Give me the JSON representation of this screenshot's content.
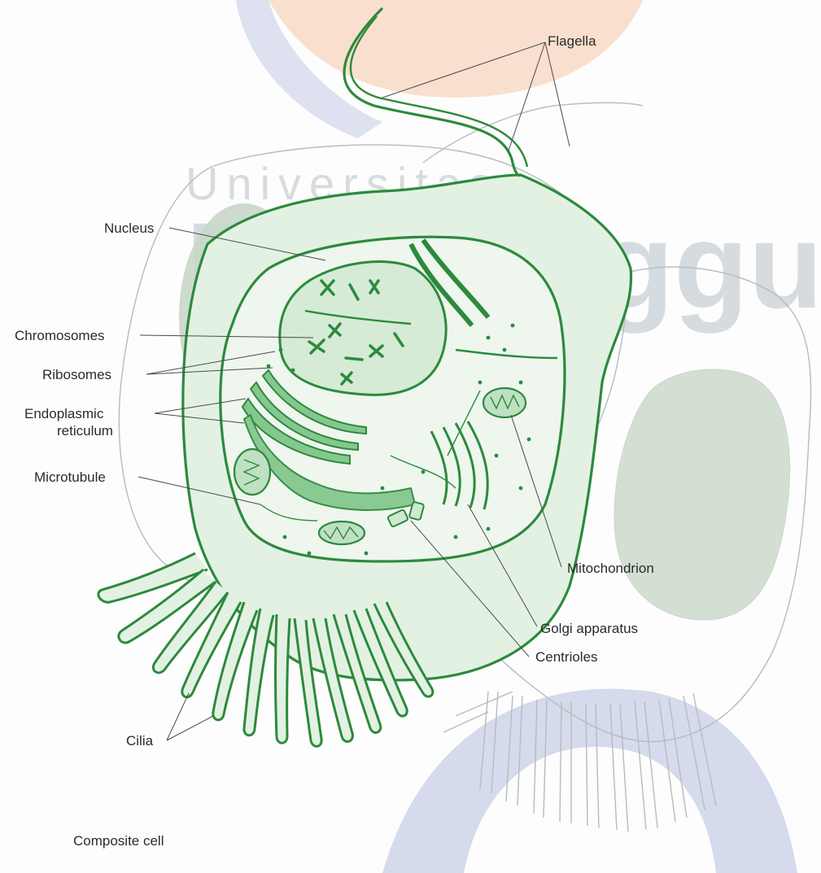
{
  "watermark": {
    "word1": "Universitas",
    "word2": "Esa Unggul",
    "colors": {
      "orange": "#f6c9a8",
      "blue": "#b5bedf",
      "text": "#b8c1c7"
    }
  },
  "colors": {
    "cell_green": "#2c8a3c",
    "cell_fill": "#e3f1e3",
    "organelle_fill": "#86c78f",
    "grey_outline": "#b8bcbc",
    "grey_fill": "#cfdccf"
  },
  "labels": {
    "flagella": "Flagella",
    "nucleus": "Nucleus",
    "chromosomes": "Chromosomes",
    "ribosomes": "Ribosomes",
    "er_line1": "Endoplasmic",
    "er_line2": "reticulum",
    "microtubule": "Microtubule",
    "mitochondrion": "Mitochondrion",
    "golgi": "Golgi apparatus",
    "centrioles": "Centrioles",
    "cilia": "Cilia"
  },
  "caption": "Composite cell"
}
